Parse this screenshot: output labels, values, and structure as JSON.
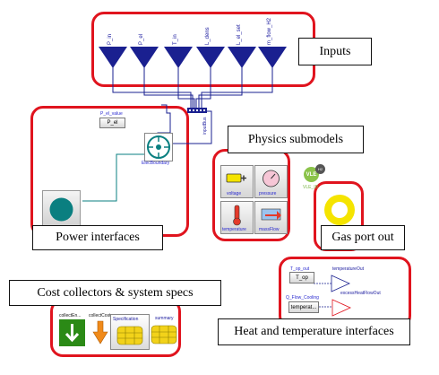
{
  "callouts": {
    "inputs": "Inputs",
    "physics": "Physics submodels",
    "power": "Power interfaces",
    "gas": "Gas port out",
    "cost": "Cost collectors & system specs",
    "heat": "Heat and temperature interfaces"
  },
  "inputs": [
    "P_in",
    "P_el",
    "T_in",
    "L_dens",
    "L_el_set",
    "m_flow_H2"
  ],
  "power": {
    "pel_caption": "P_el_value",
    "pel_label": "P_el",
    "boundary_label": "ElecBoundary",
    "bus_label": "inputBus"
  },
  "physics": {
    "items": [
      "voltage",
      "pressure",
      "temperature",
      "massFlow"
    ]
  },
  "gas": {
    "badge_top": "VLE",
    "badge_sub": "H2",
    "badge_caption": "VLE_ID"
  },
  "heat": {
    "t_op_caption": "T_op_out",
    "t_op_label": "T_op",
    "t_out_label": "temperatureOut",
    "q_caption": "Q_Flow_Cooling",
    "q_label": "temperat...",
    "q_out_label": "excessHeatFlowOut"
  },
  "cost": {
    "collect1": "collectEn...",
    "collect2": "collectCosts",
    "spec": "Specification",
    "summary": "summary"
  },
  "colors": {
    "callout_border": "#e0141e",
    "input_blue": "#1a2090",
    "teal": "#0a7f80",
    "green": "#2b8a16",
    "orange": "#f08a1a",
    "yellow": "#f5e400"
  }
}
